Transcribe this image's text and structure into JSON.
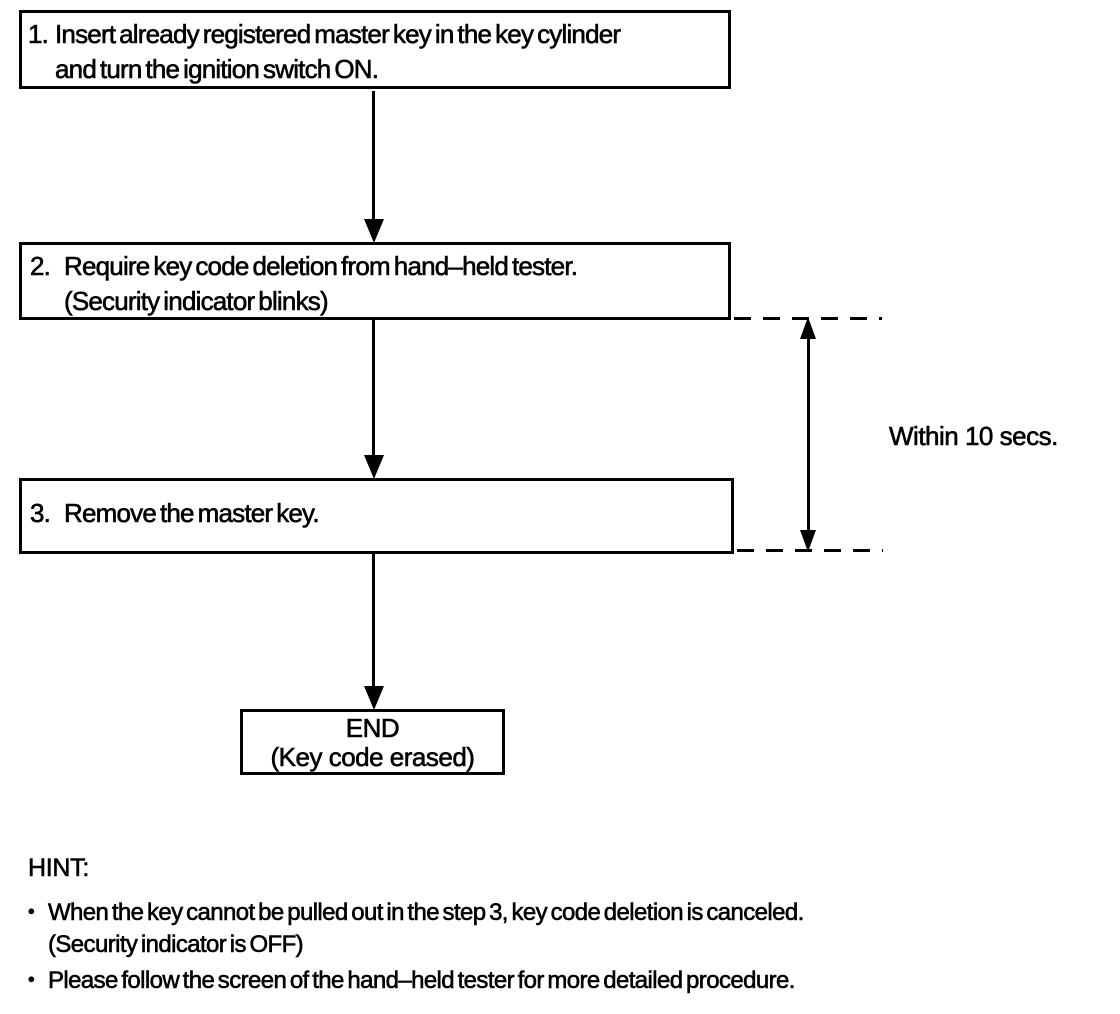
{
  "colors": {
    "ink": "#000000",
    "background": "#ffffff"
  },
  "flowchart": {
    "steps": [
      {
        "number": "1.",
        "line1": "Insert already registered master key in the key cylinder",
        "line2": "and turn the ignition switch ON."
      },
      {
        "number": "2.",
        "line1": "Require key code deletion from hand–held tester.",
        "line2": "(Security indicator blinks)"
      },
      {
        "number": "3.",
        "line1": "Remove the master key."
      }
    ],
    "end": {
      "title": "END",
      "subtitle": "(Key code erased)"
    },
    "timing_annotation": "Within 10 secs."
  },
  "hint": {
    "heading": "HINT:",
    "marker": "•",
    "bullets": [
      {
        "line1": "When the key cannot be pulled out in the step 3, key code deletion is canceled.",
        "line2": "(Security indicator is OFF)"
      },
      {
        "line1": "Please follow the screen of the hand–held tester for more detailed procedure."
      }
    ]
  }
}
